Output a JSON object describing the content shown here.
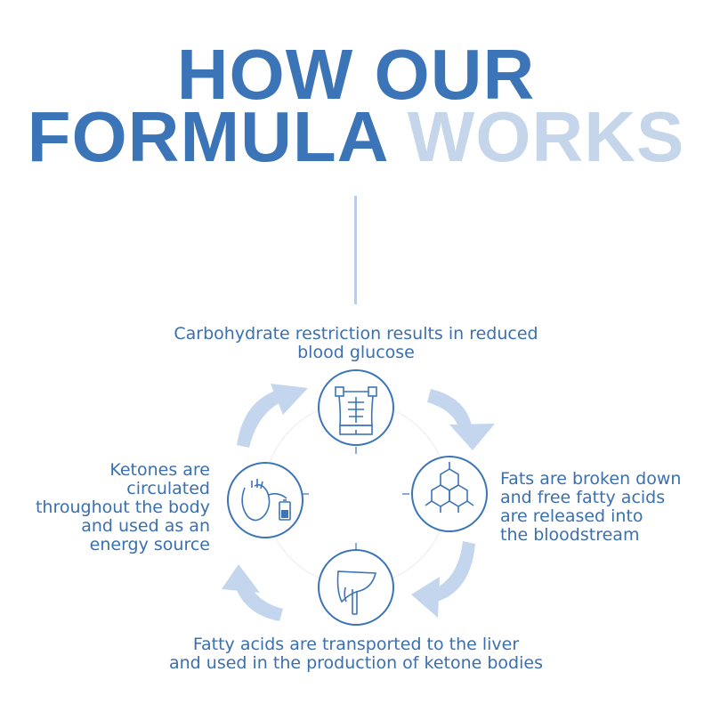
{
  "heading": {
    "line1": "HOW OUR",
    "line2_part1": "FORMULA",
    "line2_part2": "WORKS"
  },
  "steps": {
    "top": {
      "line1": "Carbohydrate restriction results in reduced",
      "line2": "blood glucose",
      "icon": "body-torso-icon"
    },
    "right": {
      "line1": "Fats are broken down",
      "line2": "and free fatty acids",
      "line3": "are released into",
      "line4": "the bloodstream",
      "icon": "molecule-icon"
    },
    "bottom": {
      "line1": "Fatty acids are transported to the liver",
      "line2": "and used in the production of ketone bodies",
      "icon": "liver-icon"
    },
    "left": {
      "line1": "Ketones are",
      "line2": "circulated",
      "line3": "throughout the body",
      "line4": "and used as an",
      "line5": "energy source",
      "icon": "heart-battery-icon"
    }
  },
  "colors": {
    "primary": "#3c74b8",
    "title_light": "#c6d6ea",
    "arrow": "#c3d6ee",
    "text": "#3a6fb0"
  }
}
